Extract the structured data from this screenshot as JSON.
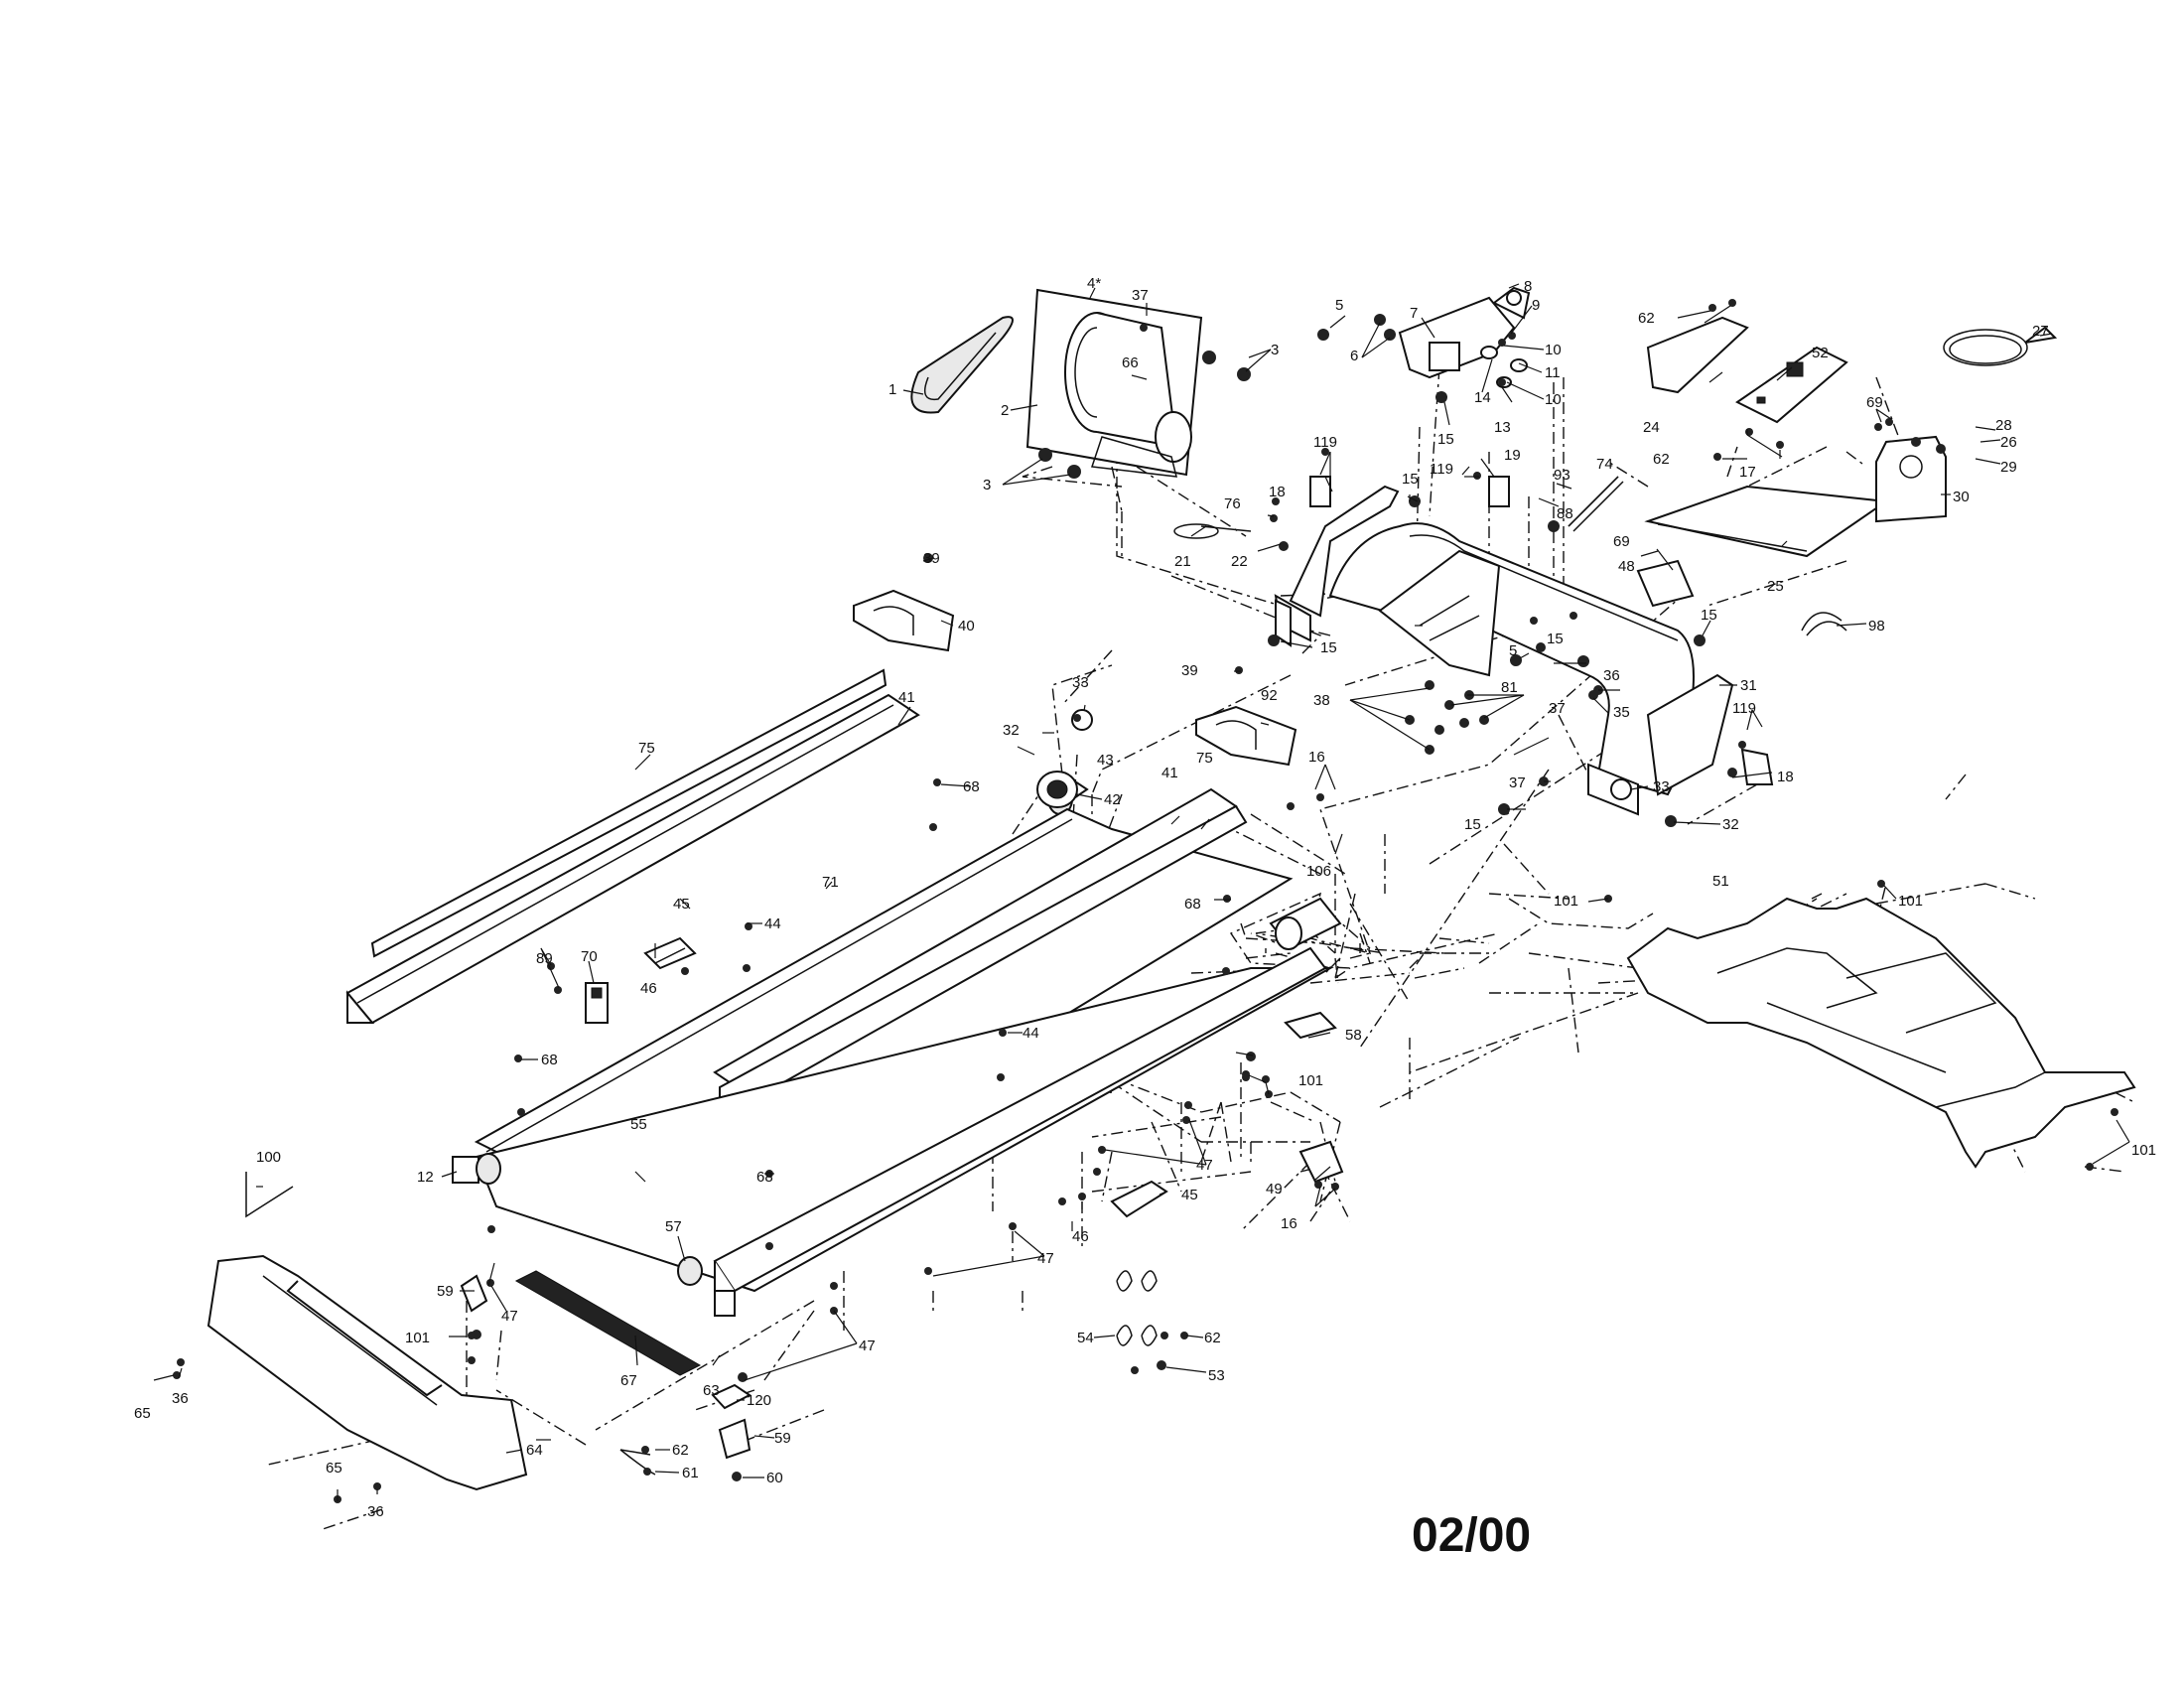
{
  "labels": {
    "l1": "1",
    "l2": "2",
    "l3a": "3",
    "l3b": "3",
    "l4": "4*",
    "l5a": "5",
    "l5b": "5",
    "l6": "6",
    "l7": "7",
    "l8": "8",
    "l9": "9",
    "l10a": "10",
    "l10b": "10",
    "l11": "11",
    "l12": "12",
    "l13": "13",
    "l14": "14",
    "l15a": "15",
    "l15b": "15",
    "l15c": "15",
    "l15d": "15",
    "l15e": "15",
    "l15f": "15",
    "l16a": "16",
    "l16b": "16",
    "l17": "17",
    "l18a": "18",
    "l18b": "18",
    "l19": "19",
    "l21": "21",
    "l22": "22",
    "l24": "24",
    "l25": "25",
    "l26": "26",
    "l27": "27",
    "l28": "28",
    "l29": "29",
    "l30": "30",
    "l31": "31",
    "l32a": "32",
    "l32b": "32",
    "l33a": "33",
    "l33b": "33",
    "l35": "35",
    "l36a": "36",
    "l36b": "36",
    "l36c": "36",
    "l37a": "37",
    "l37b": "37",
    "l37c": "37",
    "l38": "38",
    "l39a": "39",
    "l39b": "39",
    "l40": "40",
    "l41a": "41",
    "l41b": "41",
    "l42": "42",
    "l43": "43",
    "l44a": "44",
    "l44b": "44",
    "l45a": "45",
    "l45b": "45",
    "l46a": "46",
    "l46b": "46",
    "l47a": "47",
    "l47b": "47",
    "l47c": "47",
    "l47d": "47",
    "l48": "48",
    "l49": "49",
    "l51": "51",
    "l52": "52",
    "l53": "53",
    "l54": "54",
    "l55": "55",
    "l57": "57",
    "l58": "58",
    "l59a": "59",
    "l59b": "59",
    "l60": "60",
    "l61": "61",
    "l62a": "62",
    "l62b": "62",
    "l62c": "62",
    "l62d": "62",
    "l63": "63",
    "l64": "64",
    "l65a": "65",
    "l65b": "65",
    "l66": "66",
    "l67": "67",
    "l68a": "68",
    "l68b": "68",
    "l68c": "68",
    "l68d": "68",
    "l69a": "69",
    "l69b": "69",
    "l70": "70",
    "l71": "71",
    "l74": "74",
    "l75a": "75",
    "l75b": "75",
    "l76": "76",
    "l81": "81",
    "l88": "88",
    "l89": "89",
    "l92": "92",
    "l93": "93",
    "l98": "98",
    "l100": "100",
    "l101a": "101",
    "l101b": "101",
    "l101c": "101",
    "l101d": "101",
    "l101e": "101",
    "l106": "106",
    "l119a": "119",
    "l119b": "119",
    "l119c": "119",
    "l120": "120"
  },
  "date_code": "02/00"
}
